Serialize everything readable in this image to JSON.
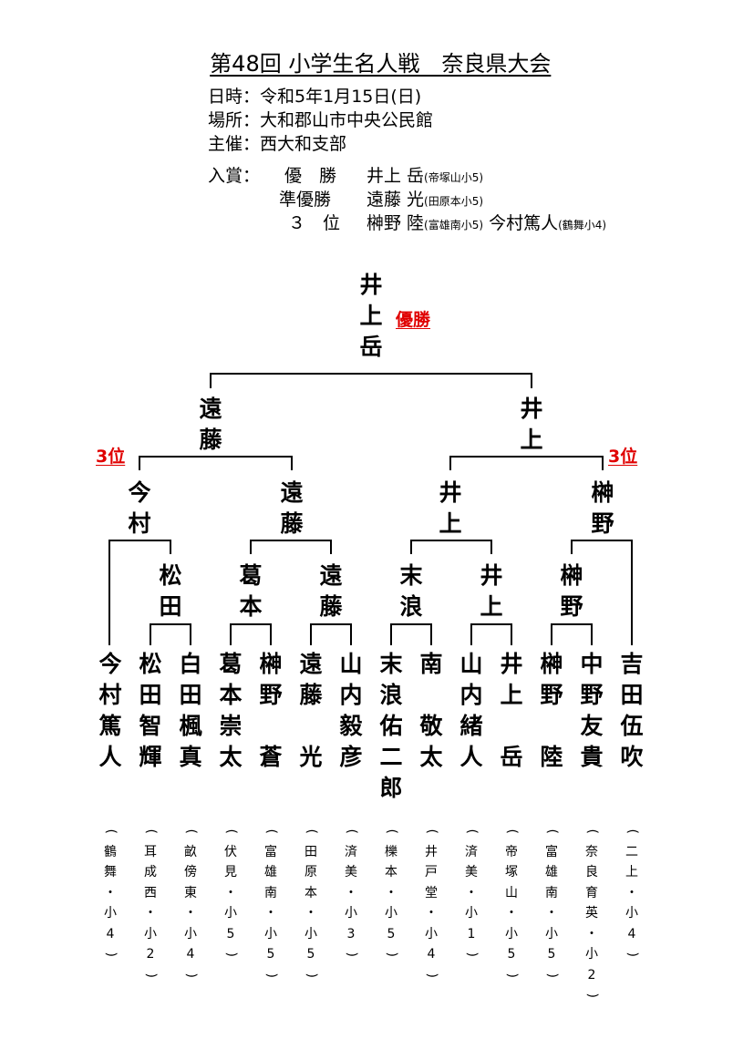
{
  "document": {
    "title": "第48回 小学生名人戦　奈良県大会",
    "info": {
      "date_label": "日時：",
      "date_value": "令和5年1月15日(日)",
      "place_label": "場所：",
      "place_value": "大和郡山市中央公民館",
      "host_label": "主催：",
      "host_value": "西大和支部",
      "award_label": "入賞：",
      "rank1_label": "優　勝",
      "rank1_name": "井上 岳",
      "rank1_school": "(帝塚山小5)",
      "rank2_label": "準優勝",
      "rank2_name": "遠藤 光",
      "rank2_school": "(田原本小5)",
      "rank3_label": "３　位",
      "rank3_name_a": "榊野 陸",
      "rank3_school_a": "(富雄南小5)",
      "rank3_name_b": "今村篤人",
      "rank3_school_b": "(鶴舞小4)"
    },
    "champion_label": "優勝",
    "third_label_left": "3位",
    "third_label_right": "3位"
  },
  "winners": {
    "final": "井上岳",
    "semi_left": "遠藤",
    "semi_right": "井上",
    "qf_1": "今村",
    "qf_2": "遠藤",
    "qf_3": "井上",
    "qf_4": "榊野",
    "r1_1": "松田",
    "r1_2": "葛本",
    "r1_3": "遠藤",
    "r1_4": "末浪",
    "r1_5": "井上",
    "r1_6": "榊野"
  },
  "players": [
    {
      "name": "今村篤人",
      "school": "(鶴舞・小4)"
    },
    {
      "name": "松田智輝",
      "school": "(耳成西・小2)"
    },
    {
      "name": "白田楓真",
      "school": "(畝傍東・小4)"
    },
    {
      "name": "葛本崇太",
      "school": "(伏見・小5)"
    },
    {
      "name": "榊野　蒼",
      "school": "(富雄南・小5)"
    },
    {
      "name": "遠藤　光",
      "school": "(田原本・小5)"
    },
    {
      "name": "山内毅彦",
      "school": "(済美・小3)"
    },
    {
      "name": "末浪佑二郎",
      "school": "(櫟本・小5)"
    },
    {
      "name": "南　敬太",
      "school": "(井戸堂・小4)"
    },
    {
      "name": "山内緒人",
      "school": "(済美・小1)"
    },
    {
      "name": "井上　岳",
      "school": "(帝塚山・小5)"
    },
    {
      "name": "榊野　陸",
      "school": "(富雄南・小5)"
    },
    {
      "name": "中野友貴",
      "school": "(奈良育英・小2)"
    },
    {
      "name": "吉田伍吹",
      "school": "(二上・小4)"
    }
  ]
}
